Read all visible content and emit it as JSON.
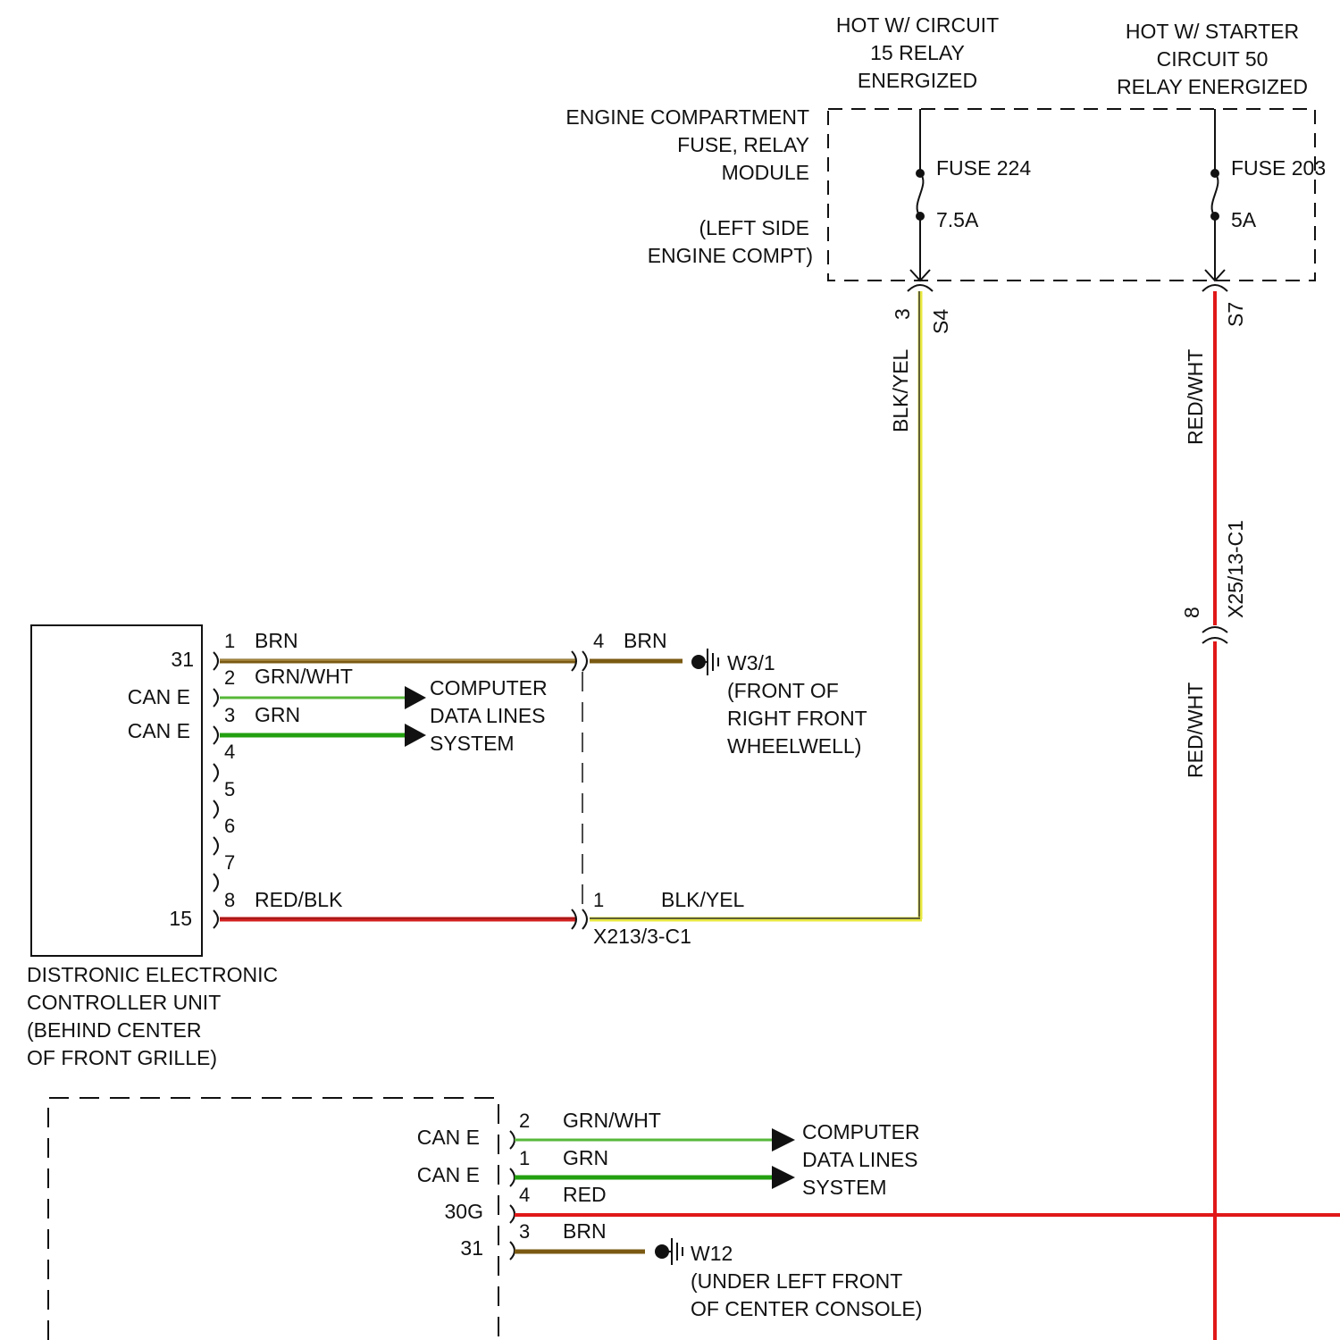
{
  "hot_labels": {
    "circuit15": [
      "HOT W/ CIRCUIT",
      "15 RELAY",
      "ENERGIZED"
    ],
    "circuit50": [
      "HOT W/ STARTER",
      "CIRCUIT 50",
      "RELAY ENERGIZED"
    ]
  },
  "fuse_module": {
    "name": [
      "ENGINE COMPARTMENT",
      "FUSE, RELAY",
      "MODULE"
    ],
    "location": [
      "(LEFT SIDE",
      "ENGINE COMPT)"
    ]
  },
  "fuses": {
    "f224": {
      "name": "FUSE 224",
      "rating": "7.5A",
      "pin": "3",
      "terminal": "S4"
    },
    "f203": {
      "name": "FUSE 203",
      "rating": "5A",
      "terminal": "S7"
    }
  },
  "wires": {
    "blk_yel_vertical": "BLK/YEL",
    "red_wht_upper": "RED/WHT",
    "red_wht_lower": "RED/WHT"
  },
  "connector_x25": {
    "name": "X25/13-C1",
    "pin": "8"
  },
  "connector_x213": {
    "name": "X213/3-C1",
    "pin4": "4",
    "pin4_color": "BRN",
    "pin1": "1",
    "pin1_color": "BLK/YEL"
  },
  "ground_w3": {
    "name": "W3/1",
    "location": [
      "(FRONT OF",
      "RIGHT FRONT",
      "WHEELWELL)"
    ]
  },
  "data_lines_1": [
    "COMPUTER",
    "DATA LINES",
    "SYSTEM"
  ],
  "data_lines_2": [
    "COMPUTER",
    "DATA LINES",
    "SYSTEM"
  ],
  "distronic": {
    "pin_labels": [
      "31",
      "CAN E",
      "CAN E",
      "15"
    ],
    "pins": [
      "1",
      "2",
      "3",
      "4",
      "5",
      "6",
      "7",
      "8"
    ],
    "wire_colors": {
      "p1": "BRN",
      "p2": "GRN/WHT",
      "p3": "GRN",
      "p8": "RED/BLK"
    },
    "name": [
      "DISTRONIC ELECTRONIC",
      "CONTROLLER UNIT",
      "(BEHIND CENTER",
      "OF FRONT GRILLE)"
    ]
  },
  "lower_module": {
    "pin_labels": [
      "CAN E",
      "CAN E",
      "30G",
      "31"
    ],
    "pins": [
      "2",
      "1",
      "4",
      "3"
    ],
    "wire_colors": [
      "GRN/WHT",
      "GRN",
      "RED",
      "BRN"
    ]
  },
  "ground_w12": {
    "name": "W12",
    "location": [
      "(UNDER LEFT FRONT",
      "OF CENTER CONSOLE)"
    ]
  },
  "colors": {
    "brown": "#7a5a12",
    "green_white": "#56b83a",
    "green": "#23a00f",
    "red": "#e01818",
    "yellow": "#e8e840",
    "black": "#111111"
  }
}
